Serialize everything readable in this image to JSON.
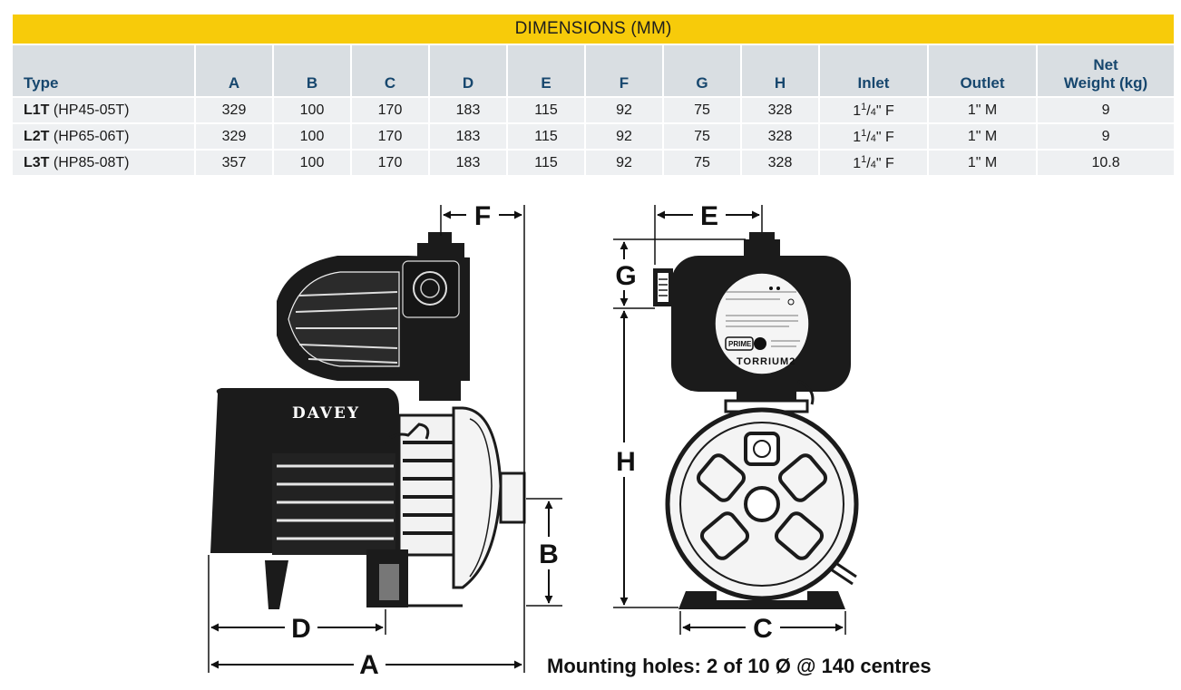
{
  "table": {
    "title": "DIMENSIONS (MM)",
    "headers": {
      "type": "Type",
      "a": "A",
      "b": "B",
      "c": "C",
      "d": "D",
      "e": "E",
      "f": "F",
      "g": "G",
      "h": "H",
      "inlet": "Inlet",
      "outlet": "Outlet",
      "weight_line1": "Net",
      "weight_line2": "Weight (kg)"
    },
    "rows": [
      {
        "code": "L1T",
        "model": "(HP45-05T)",
        "a": "329",
        "b": "100",
        "c": "170",
        "d": "183",
        "e": "115",
        "f": "92",
        "g": "75",
        "h": "328",
        "inlet_whole": "1",
        "inlet_num": "1",
        "inlet_den": "4",
        "inlet_suffix": "\" F",
        "outlet": "1\" M",
        "weight": "9"
      },
      {
        "code": "L2T",
        "model": "(HP65-06T)",
        "a": "329",
        "b": "100",
        "c": "170",
        "d": "183",
        "e": "115",
        "f": "92",
        "g": "75",
        "h": "328",
        "inlet_whole": "1",
        "inlet_num": "1",
        "inlet_den": "4",
        "inlet_suffix": "\" F",
        "outlet": "1\" M",
        "weight": "9"
      },
      {
        "code": "L3T",
        "model": "(HP85-08T)",
        "a": "357",
        "b": "100",
        "c": "170",
        "d": "183",
        "e": "115",
        "f": "92",
        "g": "75",
        "h": "328",
        "inlet_whole": "1",
        "inlet_num": "1",
        "inlet_den": "4",
        "inlet_suffix": "\" F",
        "outlet": "1\" M",
        "weight": "10.8"
      }
    ]
  },
  "drawing": {
    "labels": {
      "a": "A",
      "b": "B",
      "c": "C",
      "d": "D",
      "e": "E",
      "f": "F",
      "g": "G",
      "h": "H"
    },
    "brand": "DAVEY",
    "panel_prime": "PRIME",
    "panel_name": "TORRIUM2"
  },
  "colors": {
    "title_bar": "#f7cb0a",
    "header_bg": "#d9dee2",
    "header_text": "#17476e",
    "row_bg": "#eef0f2"
  },
  "note": "Mounting holes: 2 of 10 Ø @ 140 centres"
}
